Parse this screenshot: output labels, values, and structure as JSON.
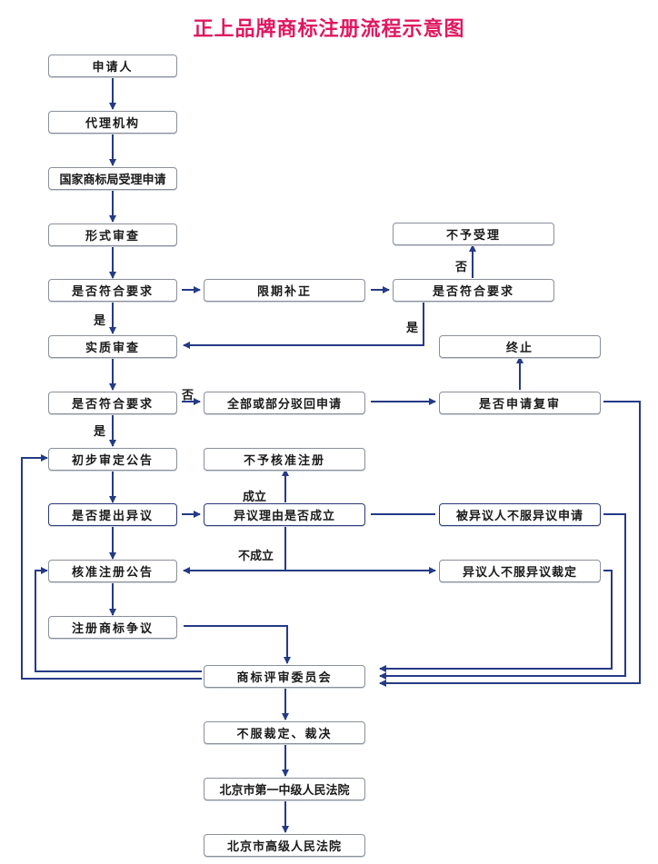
{
  "title": "正上品牌商标注册流程示意图",
  "colors": {
    "title": "#e0185f",
    "connector": "#253a86",
    "box_border": "#8a8f99"
  },
  "nodes": {
    "applicant": "申请人",
    "agency": "代理机构",
    "accept": "国家商标局受理申请",
    "formal_review": "形式审查",
    "meets_req_1": "是否符合要求",
    "correction": "限期补正",
    "meets_req_2": "是否符合要求",
    "not_accepted": "不予受理",
    "substantive_review": "实质审查",
    "terminate": "终止",
    "meets_req_3": "是否符合要求",
    "reject": "全部或部分驳回申请",
    "apply_review": "是否申请复审",
    "prelim_announce": "初步审定公告",
    "not_approved": "不予核准注册",
    "opposition_filed": "是否提出异议",
    "opposition_valid": "异议理由是否成立",
    "opposed_party_appeal": "被异议人不服异议申请",
    "approved_announce": "核准注册公告",
    "opponent_appeal": "异议人不服异议裁定",
    "dispute": "注册商标争议",
    "review_board": "商标评审委员会",
    "disagree_ruling": "不服裁定、裁决",
    "court_1": "北京市第一中级人民法院",
    "court_high": "北京市高级人民法院"
  },
  "labels": {
    "no_1": "否",
    "yes_1": "是",
    "yes_2": "是",
    "no_2": "否",
    "yes_3": "是",
    "valid": "成立",
    "invalid": "不成立"
  }
}
